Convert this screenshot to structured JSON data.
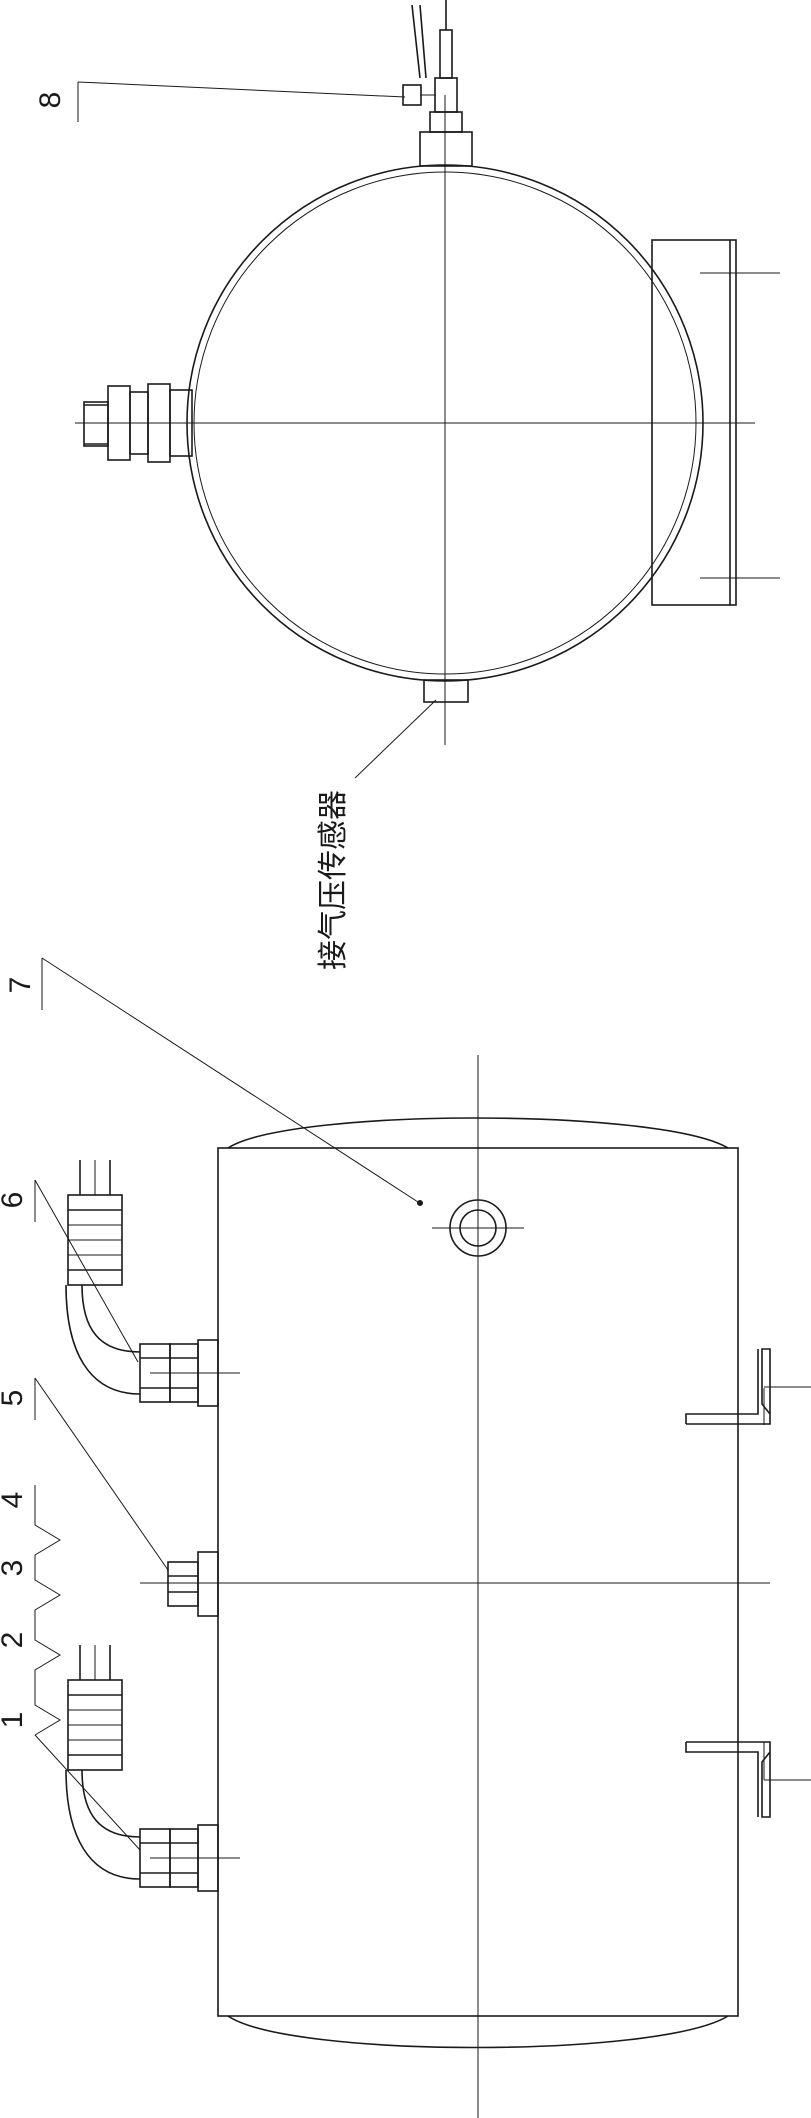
{
  "callouts": {
    "c1": "1",
    "c2": "2",
    "c3": "3",
    "c4": "4",
    "c5": "5",
    "c6": "6",
    "c7": "7",
    "c8": "8"
  },
  "annotation": {
    "sensor_label": "接气压传感器"
  }
}
